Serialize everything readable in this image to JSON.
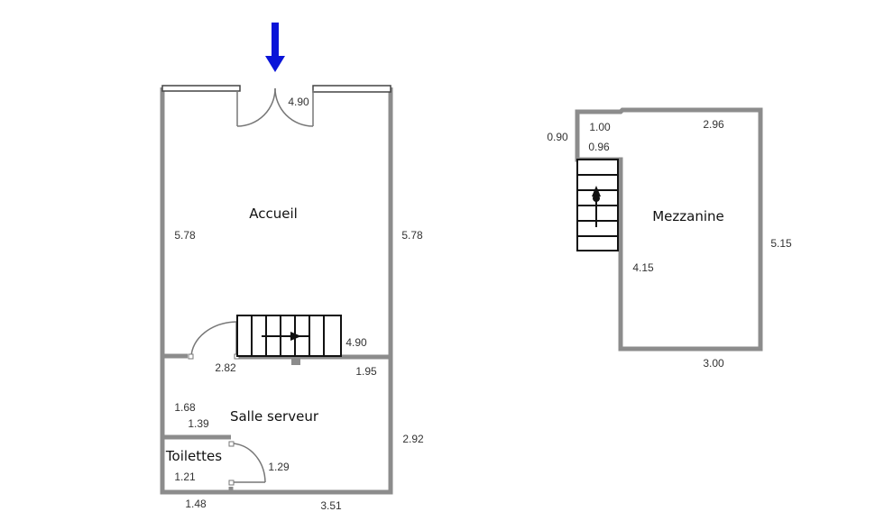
{
  "colors": {
    "wall": "#8c8c8c",
    "entrance_arrow": "#0a14d8"
  },
  "ground_floor": {
    "rooms": {
      "accueil": "Accueil",
      "salle_serveur": "Salle serveur",
      "toilettes": "Toilettes"
    },
    "dimensions": {
      "entrance_width": "4.90",
      "accueil_left": "5.78",
      "accueil_right": "5.78",
      "stairs_width": "4.90",
      "door_accueil": "2.82",
      "partition_right": "1.95",
      "server_left": "1.68",
      "toilet_wall": "1.39",
      "server_right": "2.92",
      "toilet_door": "1.29",
      "toilet_left": "1.21",
      "toilet_bottom": "1.48",
      "server_bottom": "3.51"
    }
  },
  "mezzanine": {
    "room": "Mezzanine",
    "dimensions": {
      "stair_left": "0.90",
      "stair_top": "1.00",
      "stair_inner": "0.96",
      "top": "2.96",
      "right": "5.15",
      "left": "4.15",
      "bottom": "3.00"
    }
  }
}
